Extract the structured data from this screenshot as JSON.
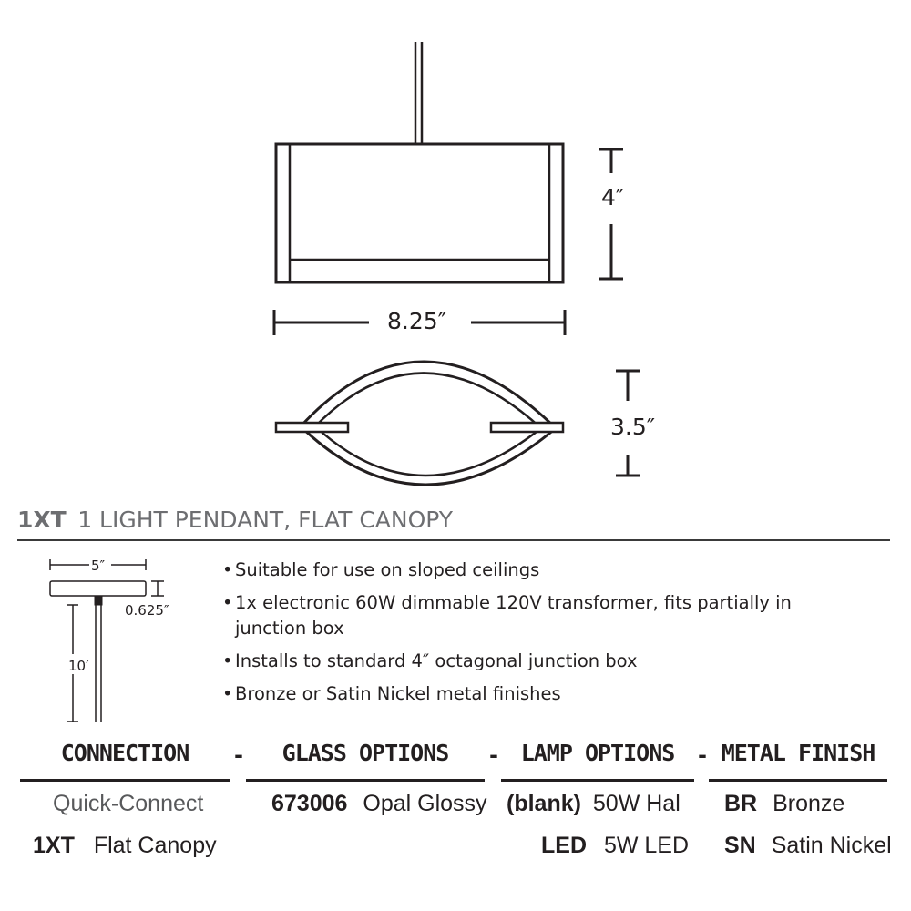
{
  "drawing": {
    "height_label": "4″",
    "width_label": "8.25″",
    "depth_label": "3.5″"
  },
  "title": {
    "code": "1XT",
    "text": "1 LIGHT PENDANT, FLAT CANOPY"
  },
  "canopy_drawing": {
    "width_label": "5″",
    "thickness_label": "0.625″",
    "cable_label": "10′"
  },
  "features": [
    "Suitable for use on sloped ceilings",
    "1x electronic 60W dimmable 120V transformer, fits partially in junction box",
    "Installs to standard 4″ octagonal junction box",
    "Bronze or Satin Nickel metal finishes"
  ],
  "ordering": {
    "separator": "-",
    "columns": [
      {
        "header": "CONNECTION",
        "rows": [
          {
            "code": "",
            "label": "Quick-Connect"
          },
          {
            "code": "1XT",
            "label": "Flat Canopy"
          }
        ]
      },
      {
        "header": "GLASS OPTIONS",
        "rows": [
          {
            "code": "673006",
            "label": "Opal Glossy"
          }
        ]
      },
      {
        "header": "LAMP OPTIONS",
        "rows": [
          {
            "code": "(blank)",
            "label": "50W Hal"
          },
          {
            "code": "LED",
            "label": "5W LED"
          }
        ]
      },
      {
        "header": "METAL FINISH",
        "rows": [
          {
            "code": "BR",
            "label": "Bronze"
          },
          {
            "code": "SN",
            "label": "Satin Nickel"
          }
        ]
      }
    ]
  }
}
